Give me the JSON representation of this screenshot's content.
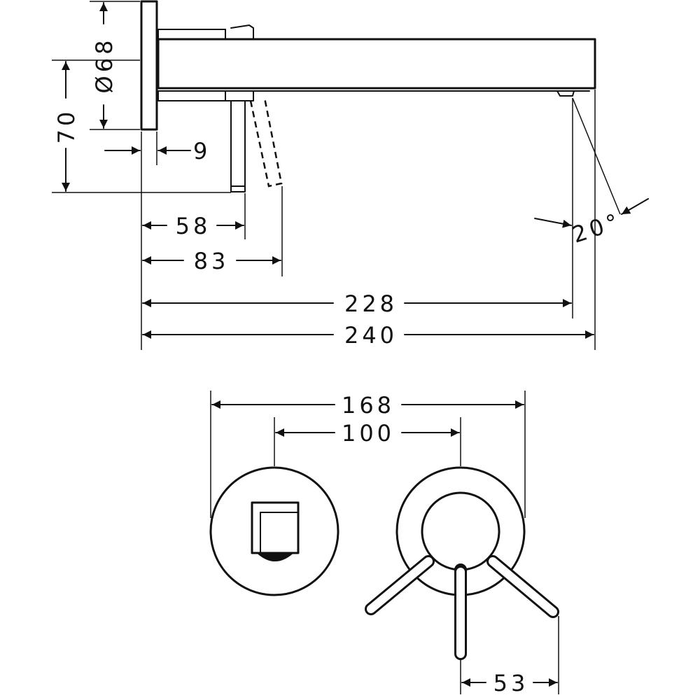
{
  "drawing": {
    "side_view": {
      "dim_diameter": "Ø68",
      "dim_height": "70",
      "dim_plate": "9",
      "dim_lever_pos": "58",
      "dim_lever_max": "83",
      "dim_outlet": "228",
      "dim_total": "240",
      "dim_angle": "20°"
    },
    "front_view": {
      "dim_plate_span": "168",
      "dim_center_span": "100",
      "dim_lever": "53"
    }
  }
}
